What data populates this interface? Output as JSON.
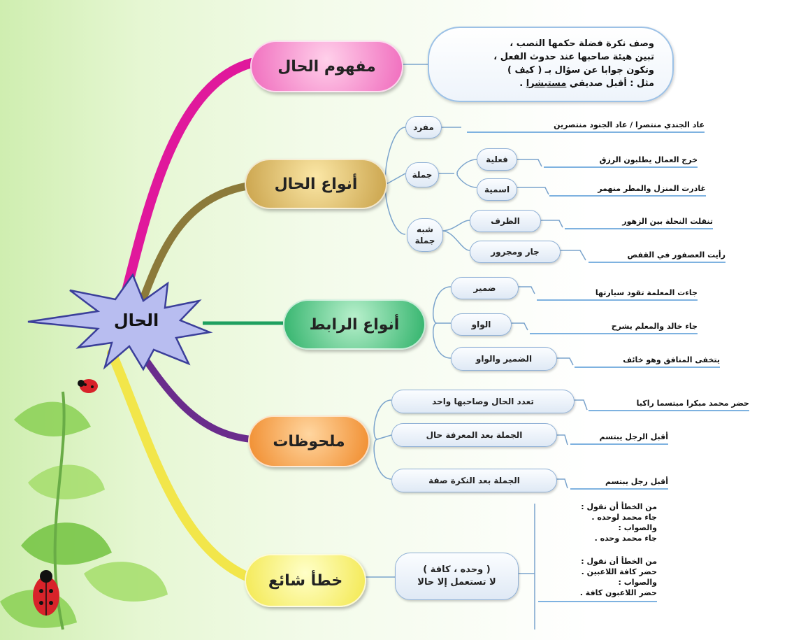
{
  "center": {
    "label": "الحال"
  },
  "colors": {
    "pink": "#e0189c",
    "olive": "#8c7a3a",
    "green": "#1fa060",
    "purple": "#6a2c8c",
    "yellow": "#f2e64a"
  },
  "branches": {
    "concept": {
      "title": "مفهوم الحال",
      "definition": {
        "line1": "وصف نكرة فضلة حكمها النصب ،",
        "line2": "تبين هيئة صاحبها عند حدوث الفعل ،",
        "line3": "وتكون جوابا عن سؤال بـ ( كيف )",
        "line4_prefix": "مثل : أقبل صديقي ",
        "line4_underlined": "مستبشرا",
        "line4_suffix": " ."
      }
    },
    "types": {
      "title": "أنواع الحال",
      "single": {
        "label": "مفرد",
        "example": "عاد الجندي منتصرا / عاد الجنود منتصرين"
      },
      "sentence": {
        "label": "جملة",
        "verbal": {
          "label": "فعلية",
          "example": "خرج العمال يطلبون الرزق"
        },
        "nominal": {
          "label": "اسمية",
          "example": "غادرت المنزل والمطر منهمر"
        }
      },
      "semi": {
        "label": "شبه جملة",
        "adverb": {
          "label": "الظرف",
          "example": "تنقلت النحلة بين الزهور"
        },
        "prep": {
          "label": "جار ومجرور",
          "example": "رأيت العصفور في القفص"
        }
      }
    },
    "links": {
      "title": "أنواع الرابط",
      "items": [
        {
          "label": "ضمير",
          "example": "جاءت المعلمة تقود سيارتها"
        },
        {
          "label": "الواو",
          "example": "جاء خالد والمعلم يشرح"
        },
        {
          "label": "الضمير والواو",
          "example": "يتخفى المنافق وهو خائف"
        }
      ]
    },
    "notes": {
      "title": "ملحوظات",
      "items": [
        {
          "label": "تعدد الحال وصاحبها واحد",
          "example": "حضر محمد مبكرا مبتسما راكبا"
        },
        {
          "label": "الجملة بعد المعرفة حال",
          "example": "أقبل الرجل يبتسم"
        },
        {
          "label": "الجملة بعد النكرة صفة",
          "example": "أقبل رجل يبتسم"
        }
      ]
    },
    "errors": {
      "title": "خطأ شائع",
      "pill": {
        "line1": "( وحده ، كافة )",
        "line2": "لا تستعمل إلا حالا"
      },
      "example1": "من الخطأ أن نقول :\nجاء محمد لوحده .\nوالصواب :\nجاء محمد وحده .",
      "example2": "من الخطأ أن نقول :\nحضر كافة اللاعبين .\nوالصواب :\nحضر اللاعبون كافة ."
    }
  }
}
